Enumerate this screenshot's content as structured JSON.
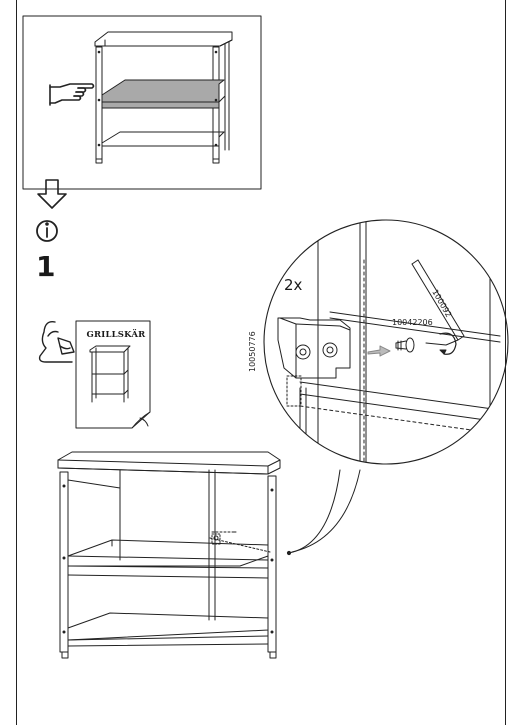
{
  "step": {
    "number": "1",
    "quantity": "2x"
  },
  "parts": {
    "panel_part": "10050776",
    "screw_part": "10042206",
    "key_part": "100092"
  },
  "booklet": {
    "title": "GRILLSKÄR"
  },
  "icons": {
    "pointer": "pointing-hand-icon",
    "arrow": "down-arrow-icon",
    "info": "info-icon",
    "manual": "manual-reader-icon"
  }
}
